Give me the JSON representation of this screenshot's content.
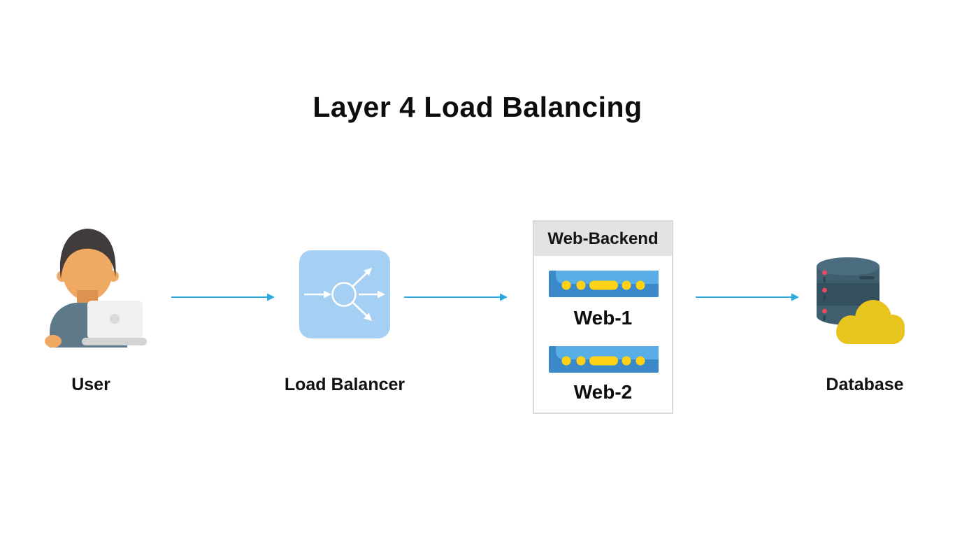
{
  "title": "Layer 4 Load Balancing",
  "nodes": {
    "user": {
      "label": "User"
    },
    "load_balancer": {
      "label": "Load Balancer"
    },
    "web_backend": {
      "header": "Web-Backend",
      "servers": [
        {
          "label": "Web-1"
        },
        {
          "label": "Web-2"
        }
      ]
    },
    "database": {
      "label": "Database"
    }
  },
  "colors": {
    "arrow": "#29ABE2",
    "load_balancer_box": "#A5CFF3",
    "lb_glyph": "#FFFFFF",
    "backend_header_bg": "#E3E3E3",
    "backend_border": "#D9D9D9",
    "server_base": "#3C89CA",
    "server_top": "#58AEE5",
    "server_lights": "#FFD117",
    "db_body": "#3F5F6E",
    "db_band": "#34505F",
    "db_top": "#4C6D7F",
    "db_detail": "#2C4552",
    "db_led": "#F0475C",
    "cloud": "#E8C41F",
    "skin": "#EFA963",
    "skin_shadow": "#DD9350",
    "hair": "#413C3B",
    "shirt": "#5E7A8A",
    "laptop": "#F1F1F1",
    "laptop_base": "#D3D3D3",
    "laptop_logo": "#D9D9D9"
  }
}
